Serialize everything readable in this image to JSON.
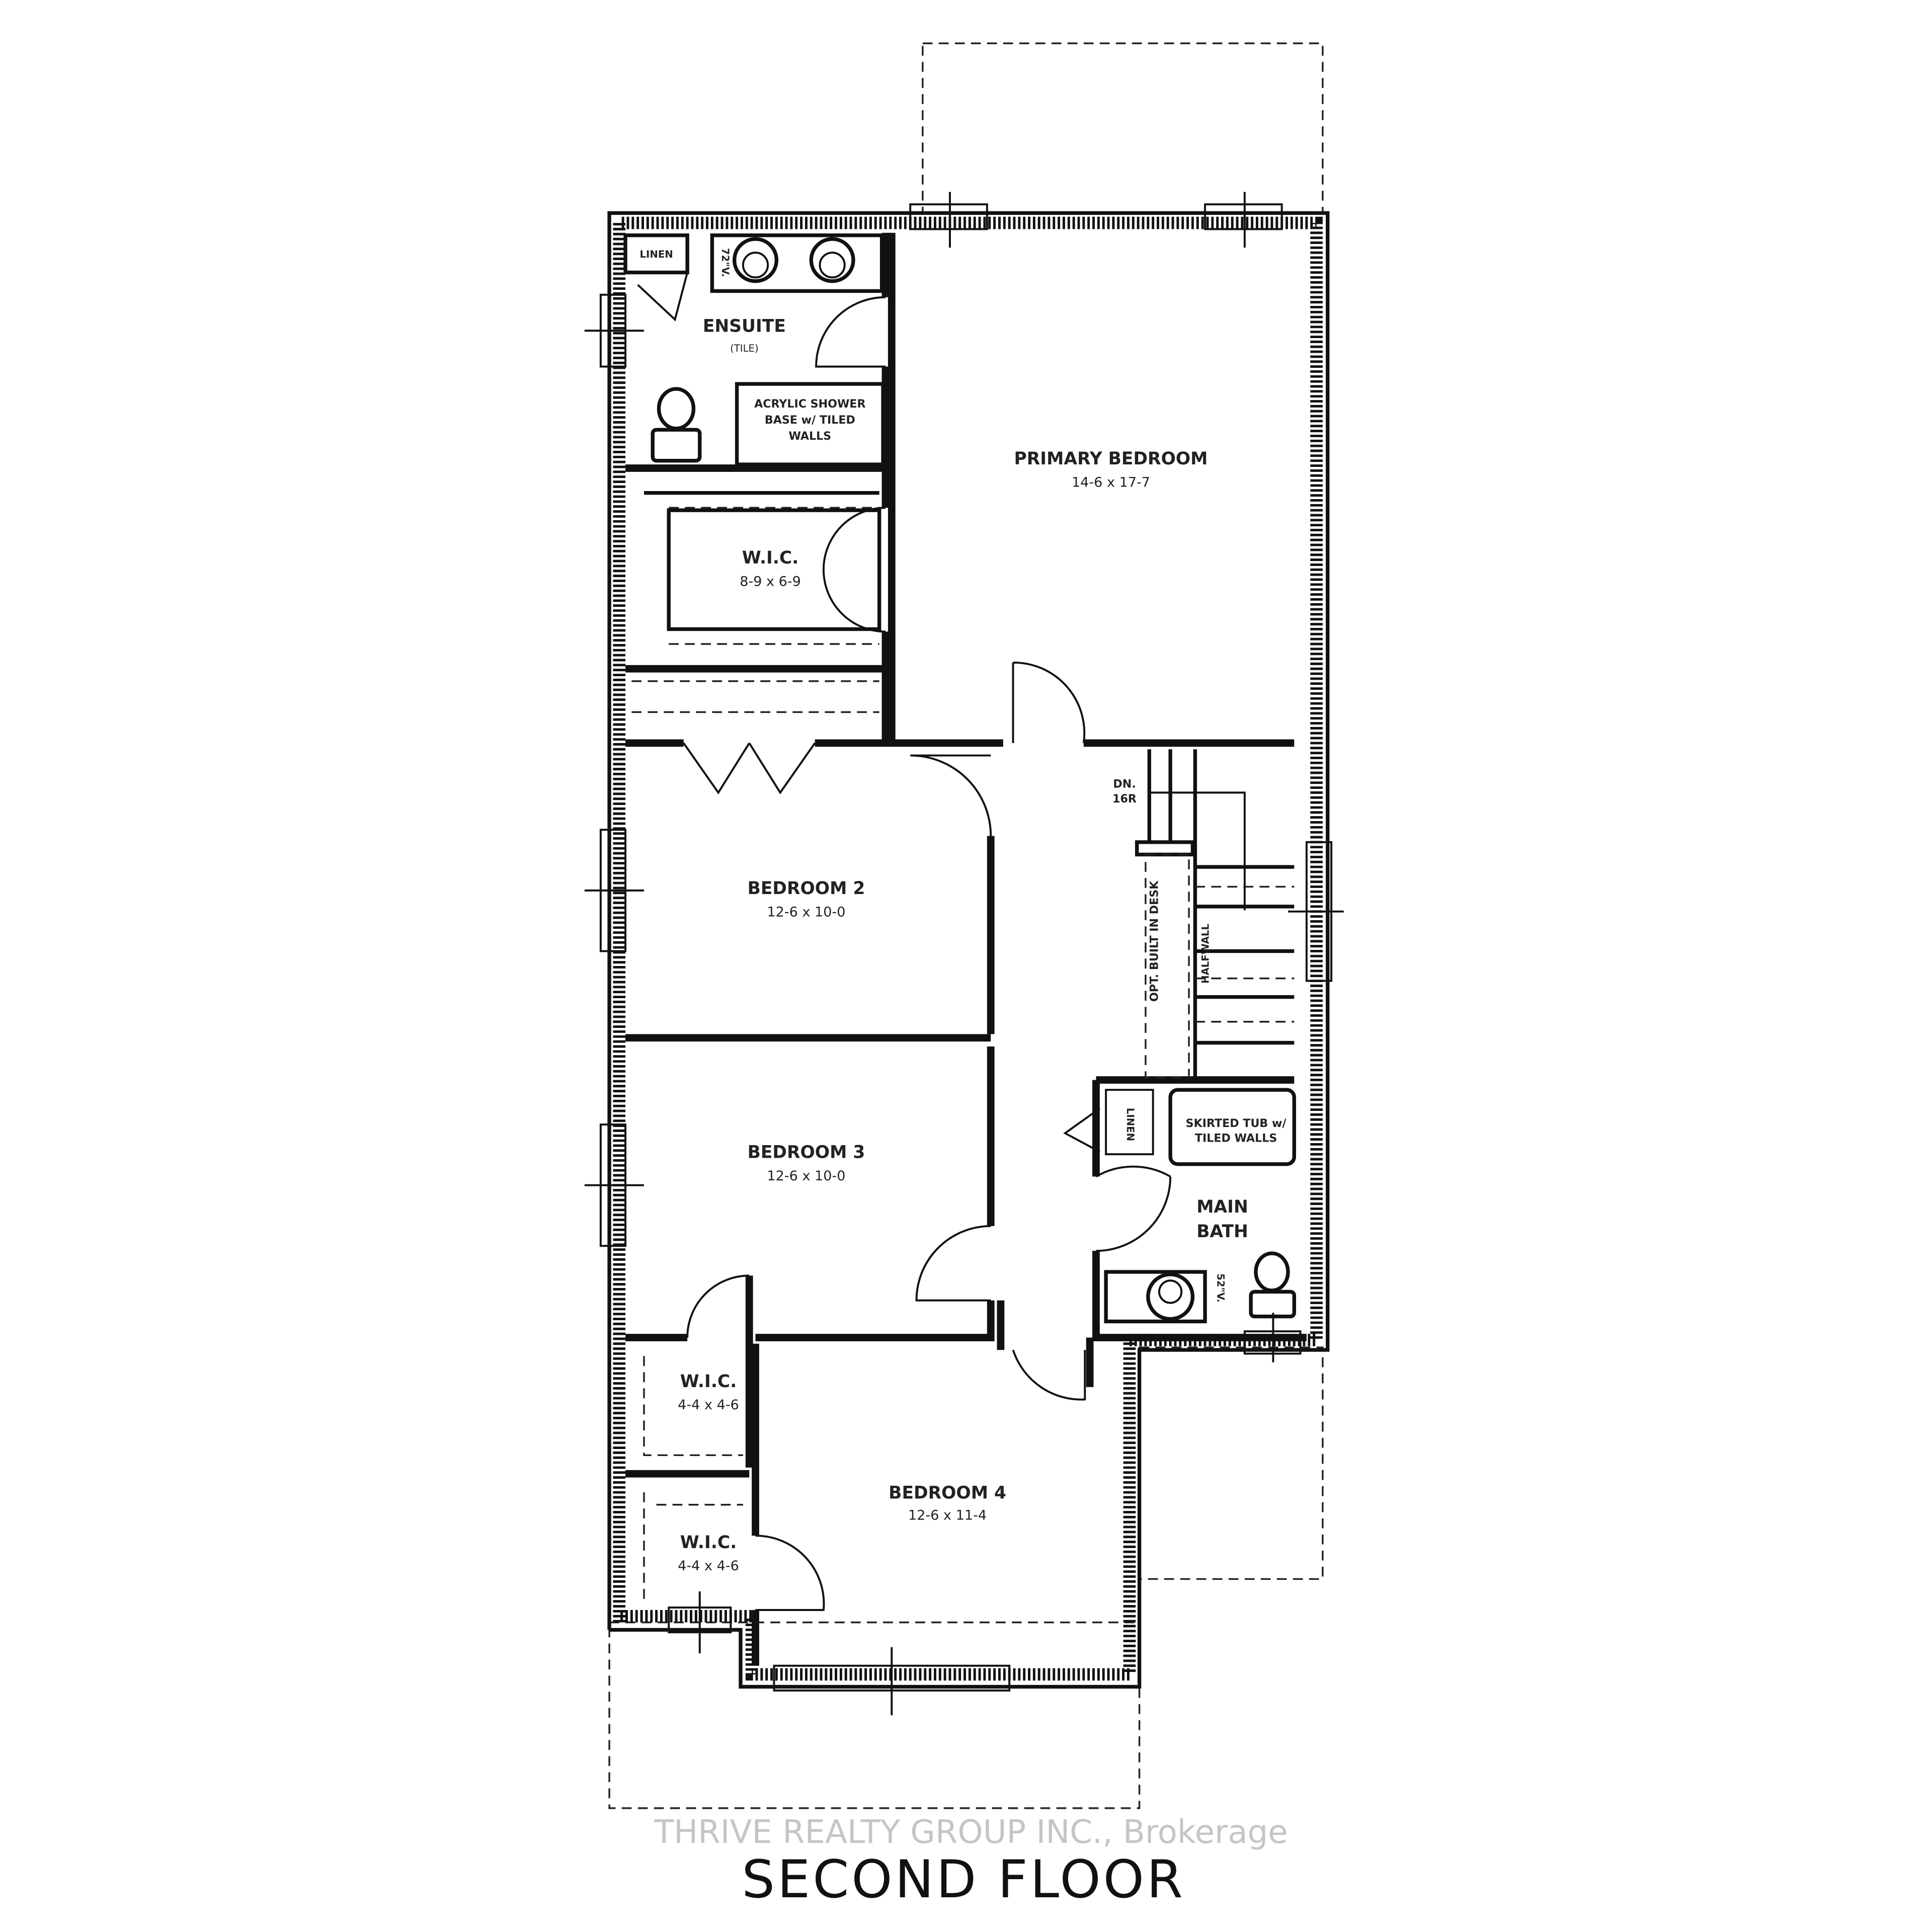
{
  "title": "SECOND FLOOR",
  "watermark": "THRIVE REALTY GROUP INC., Brokerage",
  "rooms": {
    "primary_bedroom": {
      "name": "PRIMARY BEDROOM",
      "size": "14-6 x 17-7"
    },
    "ensuite": {
      "name": "ENSUITE",
      "note": "(TILE)"
    },
    "ensuite_linen": "LINEN",
    "ensuite_vanity": "72\"V.",
    "shower": [
      "ACRYLIC SHOWER",
      "BASE w/ TILED",
      "WALLS"
    ],
    "wic_primary": {
      "name": "W.I.C.",
      "size": "8-9 x 6-9"
    },
    "bedroom2": {
      "name": "BEDROOM 2",
      "size": "12-6 x 10-0"
    },
    "bedroom3": {
      "name": "BEDROOM 3",
      "size": "12-6 x 10-0"
    },
    "bedroom4": {
      "name": "BEDROOM 4",
      "size": "12-6 x 11-4"
    },
    "wic_a": {
      "name": "W.I.C.",
      "size": "4-4 x 4-6"
    },
    "wic_b": {
      "name": "W.I.C.",
      "size": "4-4 x 4-6"
    },
    "stairs": [
      "DN.",
      "16R"
    ],
    "desk": "OPT. BUILT IN DESK",
    "halfwall": "HALFWALL",
    "main_bath": [
      "MAIN",
      "BATH"
    ],
    "bath_linen": "LINEN",
    "tub": [
      "SKIRTED TUB w/",
      "TILED WALLS"
    ],
    "bath_vanity": "52\"V."
  }
}
